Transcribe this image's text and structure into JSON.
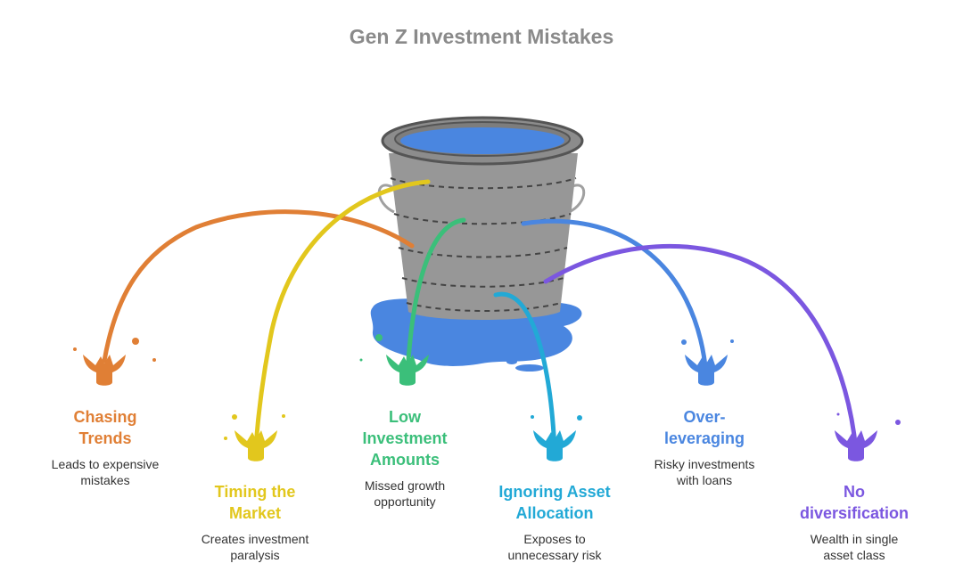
{
  "title": "Gen Z Investment Mistakes",
  "items": [
    {
      "heading": "Chasing\nTrends",
      "description": "Leads to expensive\nmistakes",
      "color": "#e07f35"
    },
    {
      "heading": "Timing the\nMarket",
      "description": "Creates investment\nparalysis",
      "color": "#e2c71d"
    },
    {
      "heading": "Low\nInvestment\nAmounts",
      "description": "Missed growth\nopportunity",
      "color": "#3bbf7a"
    },
    {
      "heading": "Ignoring Asset\nAllocation",
      "description": "Exposes to\nunnecessary risk",
      "color": "#22a9d6"
    },
    {
      "heading": "Over-\nleveraging",
      "description": "Risky investments\nwith loans",
      "color": "#4a86e0"
    },
    {
      "heading": "No\ndiversification",
      "description": "Wealth in single\nasset class",
      "color": "#7b57e0"
    }
  ],
  "bucket": {
    "body_color": "#979797",
    "rim_color": "#8c8c8c",
    "water_color": "#4a86e0"
  }
}
